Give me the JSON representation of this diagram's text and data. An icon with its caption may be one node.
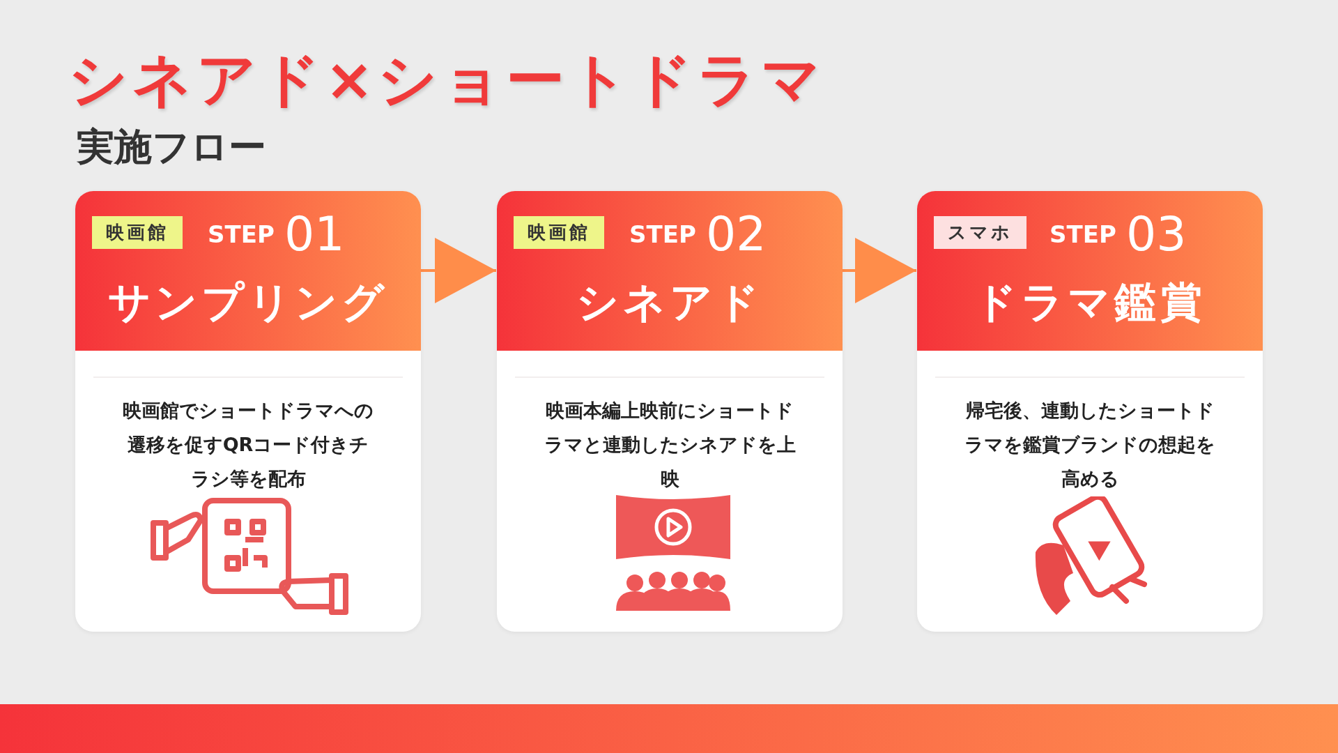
{
  "diagram": {
    "title": "シネアド×ショートドラマ",
    "nodes": [
      {
        "text": [
          "映画館",
          "STEP",
          "01",
          "サンプリング",
          "映画館でショートドラマへの遷移を促すQRコード付きチラシ等を配布"
        ]
      },
      {
        "text": [
          "映画館",
          "STEP",
          "02",
          "シネアド",
          "映画本編上映前にショートドラマと連動したシネアドを上映"
        ]
      },
      {
        "text": [
          "スマホ",
          "STEP",
          "03",
          "ドラマ鑑賞",
          "帰宅後、連動したショートドラマを鑑賞ブランドの想起を高める"
        ]
      },
      {
        "text": [],
        "shape": "bar"
      }
    ],
    "edges": [
      {
        "from": 0,
        "to": 1,
        "arrow": "to"
      },
      {
        "from": 1,
        "to": 2,
        "arrow": "to"
      }
    ],
    "labels": [
      "実施フロー"
    ]
  }
}
